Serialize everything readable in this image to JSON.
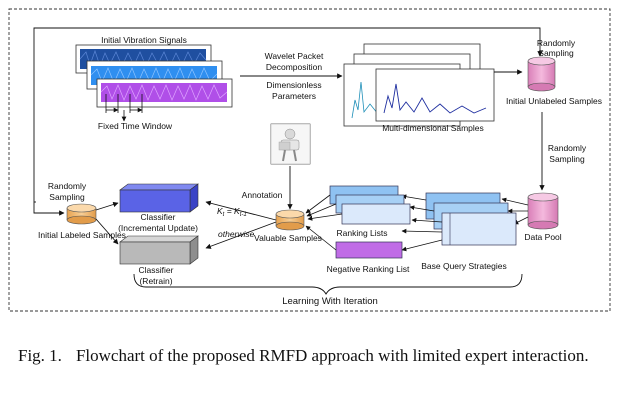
{
  "diagram": {
    "signals_title": "Initial Vibration Signals",
    "fixed_window": "Fixed Time Window",
    "wavelet_line1": "Wavelet Packet",
    "wavelet_line2": "Decomposition",
    "dimless_line1": "Dimensionless",
    "dimless_line2": "Parameters",
    "multi_samples": "Multi-dimensional Samples",
    "rand_top_line1": "Randomly",
    "rand_top_line2": "Sampling",
    "unlabeled": "Initial Unlabeled Samples",
    "rand_right_line1": "Randomly",
    "rand_right_line2": "Sampling",
    "data_pool": "Data Pool",
    "base_query": "Base Query Strategies",
    "ranking_lists": "Ranking Lists",
    "neg_ranking": "Negative Ranking List",
    "annotation": "Annotation",
    "valuable": "Valuable Samples",
    "condition_eq": "K",
    "condition_otherwise": "otherwise",
    "classifier_inc_line1": "Classifier",
    "classifier_inc_line2": "(Incremental Update)",
    "classifier_ret_line1": "Classifier",
    "classifier_ret_line2": "(Retrain)",
    "rand_left_line1": "Randomly",
    "rand_left_line2": "Sampling",
    "labeled": "Initial Labeled Samples",
    "learning_iteration": "Learning With Iteration"
  },
  "caption": {
    "number": "Fig. 1.",
    "text": "Flowchart of the proposed RMFD approach with limited expert interaction."
  },
  "colors": {
    "signal_dark_blue": "#1f4fa0",
    "signal_light_blue": "#2f8ff0",
    "signal_purple": "#b04fe8",
    "cylinder_pink": "#e89ac8",
    "cylinder_orange": "#f2b36a",
    "classifier_blue": "#5a63e6",
    "classifier_gray": "#b9b9b9",
    "stack_blue": "#8fc2f2",
    "neg_purple": "#c06ce6"
  }
}
